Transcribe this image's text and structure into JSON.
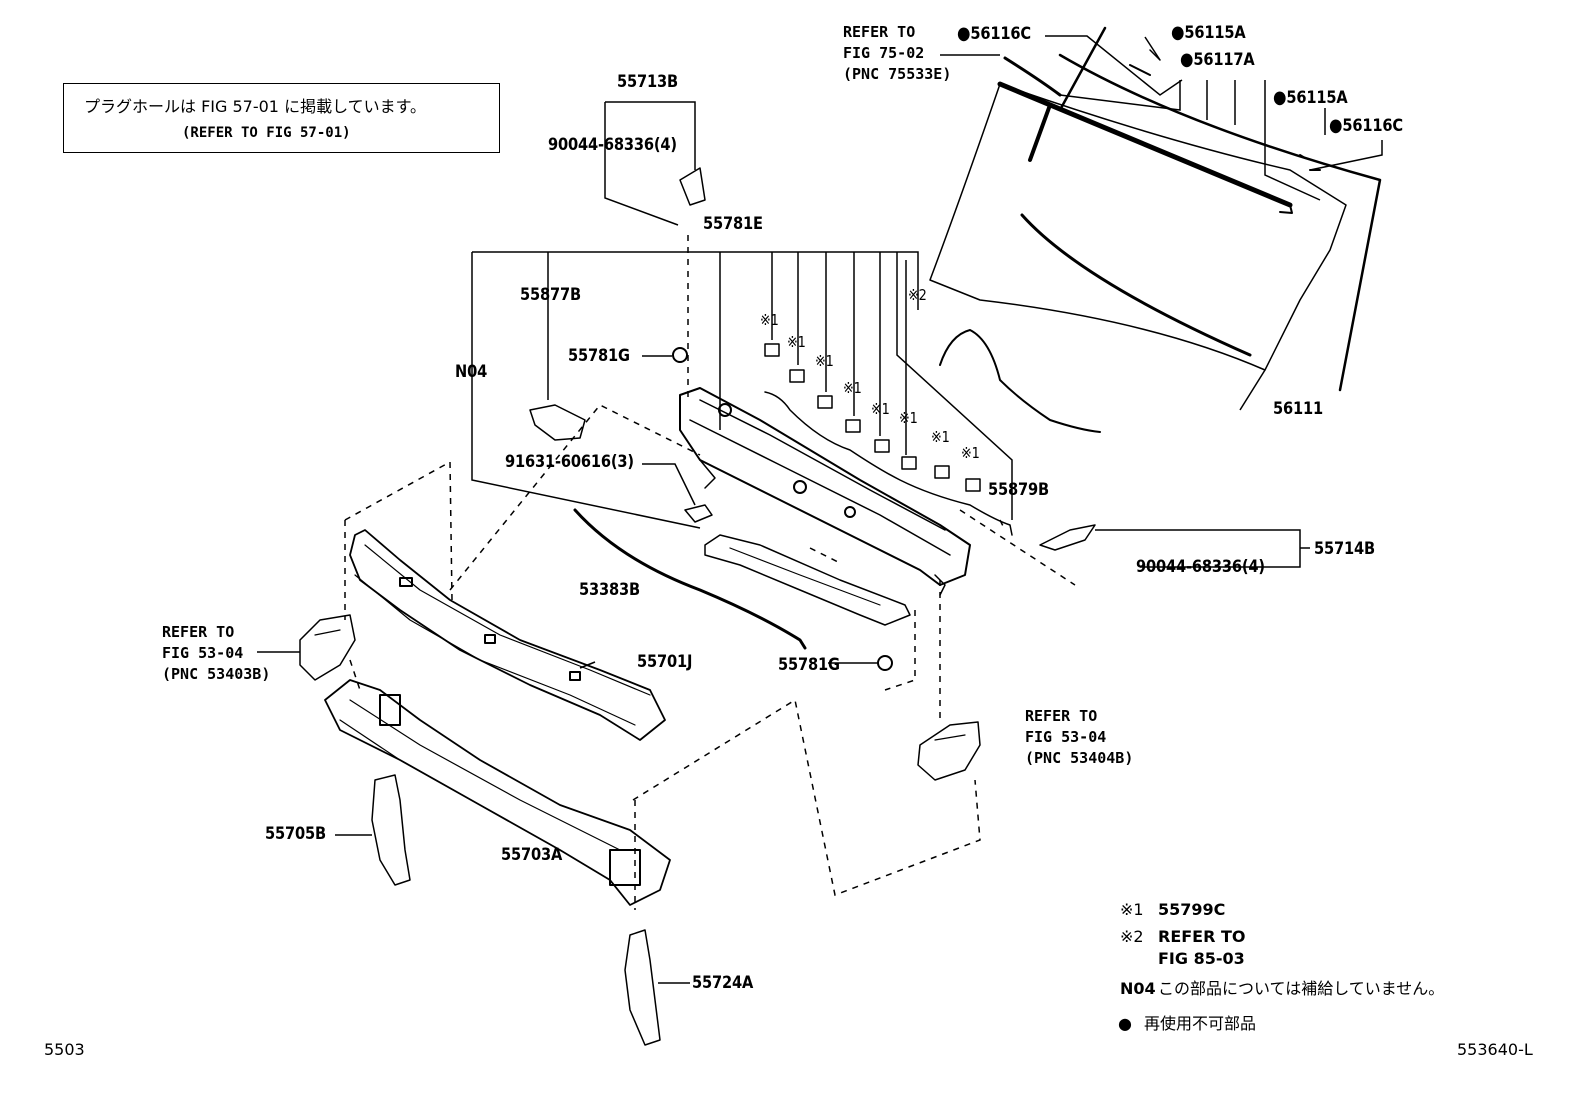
{
  "note": {
    "jp": "プラグホールは FIG 57-01 に掲載しています。",
    "en": "(REFER TO FIG 57-01)"
  },
  "labels": {
    "p55713B": "55713B",
    "p90044a": "90044-68336(4)",
    "p55781E": "55781E",
    "p55877B": "55877B",
    "p55781G_top": "55781G",
    "pN04": "N04",
    "p91631": "91631-60616(3)",
    "p53383B": "53383B",
    "p55701J": "55701J",
    "p55781G_bot": "55781G",
    "p55705B": "55705B",
    "p55703A": "55703A",
    "p55724A": "55724A",
    "p55879B": "55879B",
    "p55714B": "55714B",
    "p90044b": "90044-68336(4)",
    "p56111": "56111",
    "p56116C_top": "56116C",
    "p56115A_top": "56115A",
    "p56117A": "56117A",
    "p56115A_mid": "56115A",
    "p56116C_mid": "56116C",
    "mark1": "※1",
    "mark2": "※2"
  },
  "refs": {
    "ref75": "REFER TO\nFIG 75-02\n(PNC 75533E)",
    "ref53_left": "REFER TO\nFIG 53-04\n(PNC 53403B)",
    "ref53_right": "REFER TO\nFIG 53-04\n(PNC 53404B)"
  },
  "legend": {
    "l1_sym": "※1",
    "l1_txt": "55799C",
    "l2_sym": "※2",
    "l2_txt": "REFER TO",
    "l2_txt2": "FIG 85-03",
    "l3_sym": "N04",
    "l3_txt": "この部品については補給していません。",
    "l4_sym": "●",
    "l4_txt": "再使用不可部品"
  },
  "corners": {
    "left": "5503",
    "right": "553640-L"
  }
}
